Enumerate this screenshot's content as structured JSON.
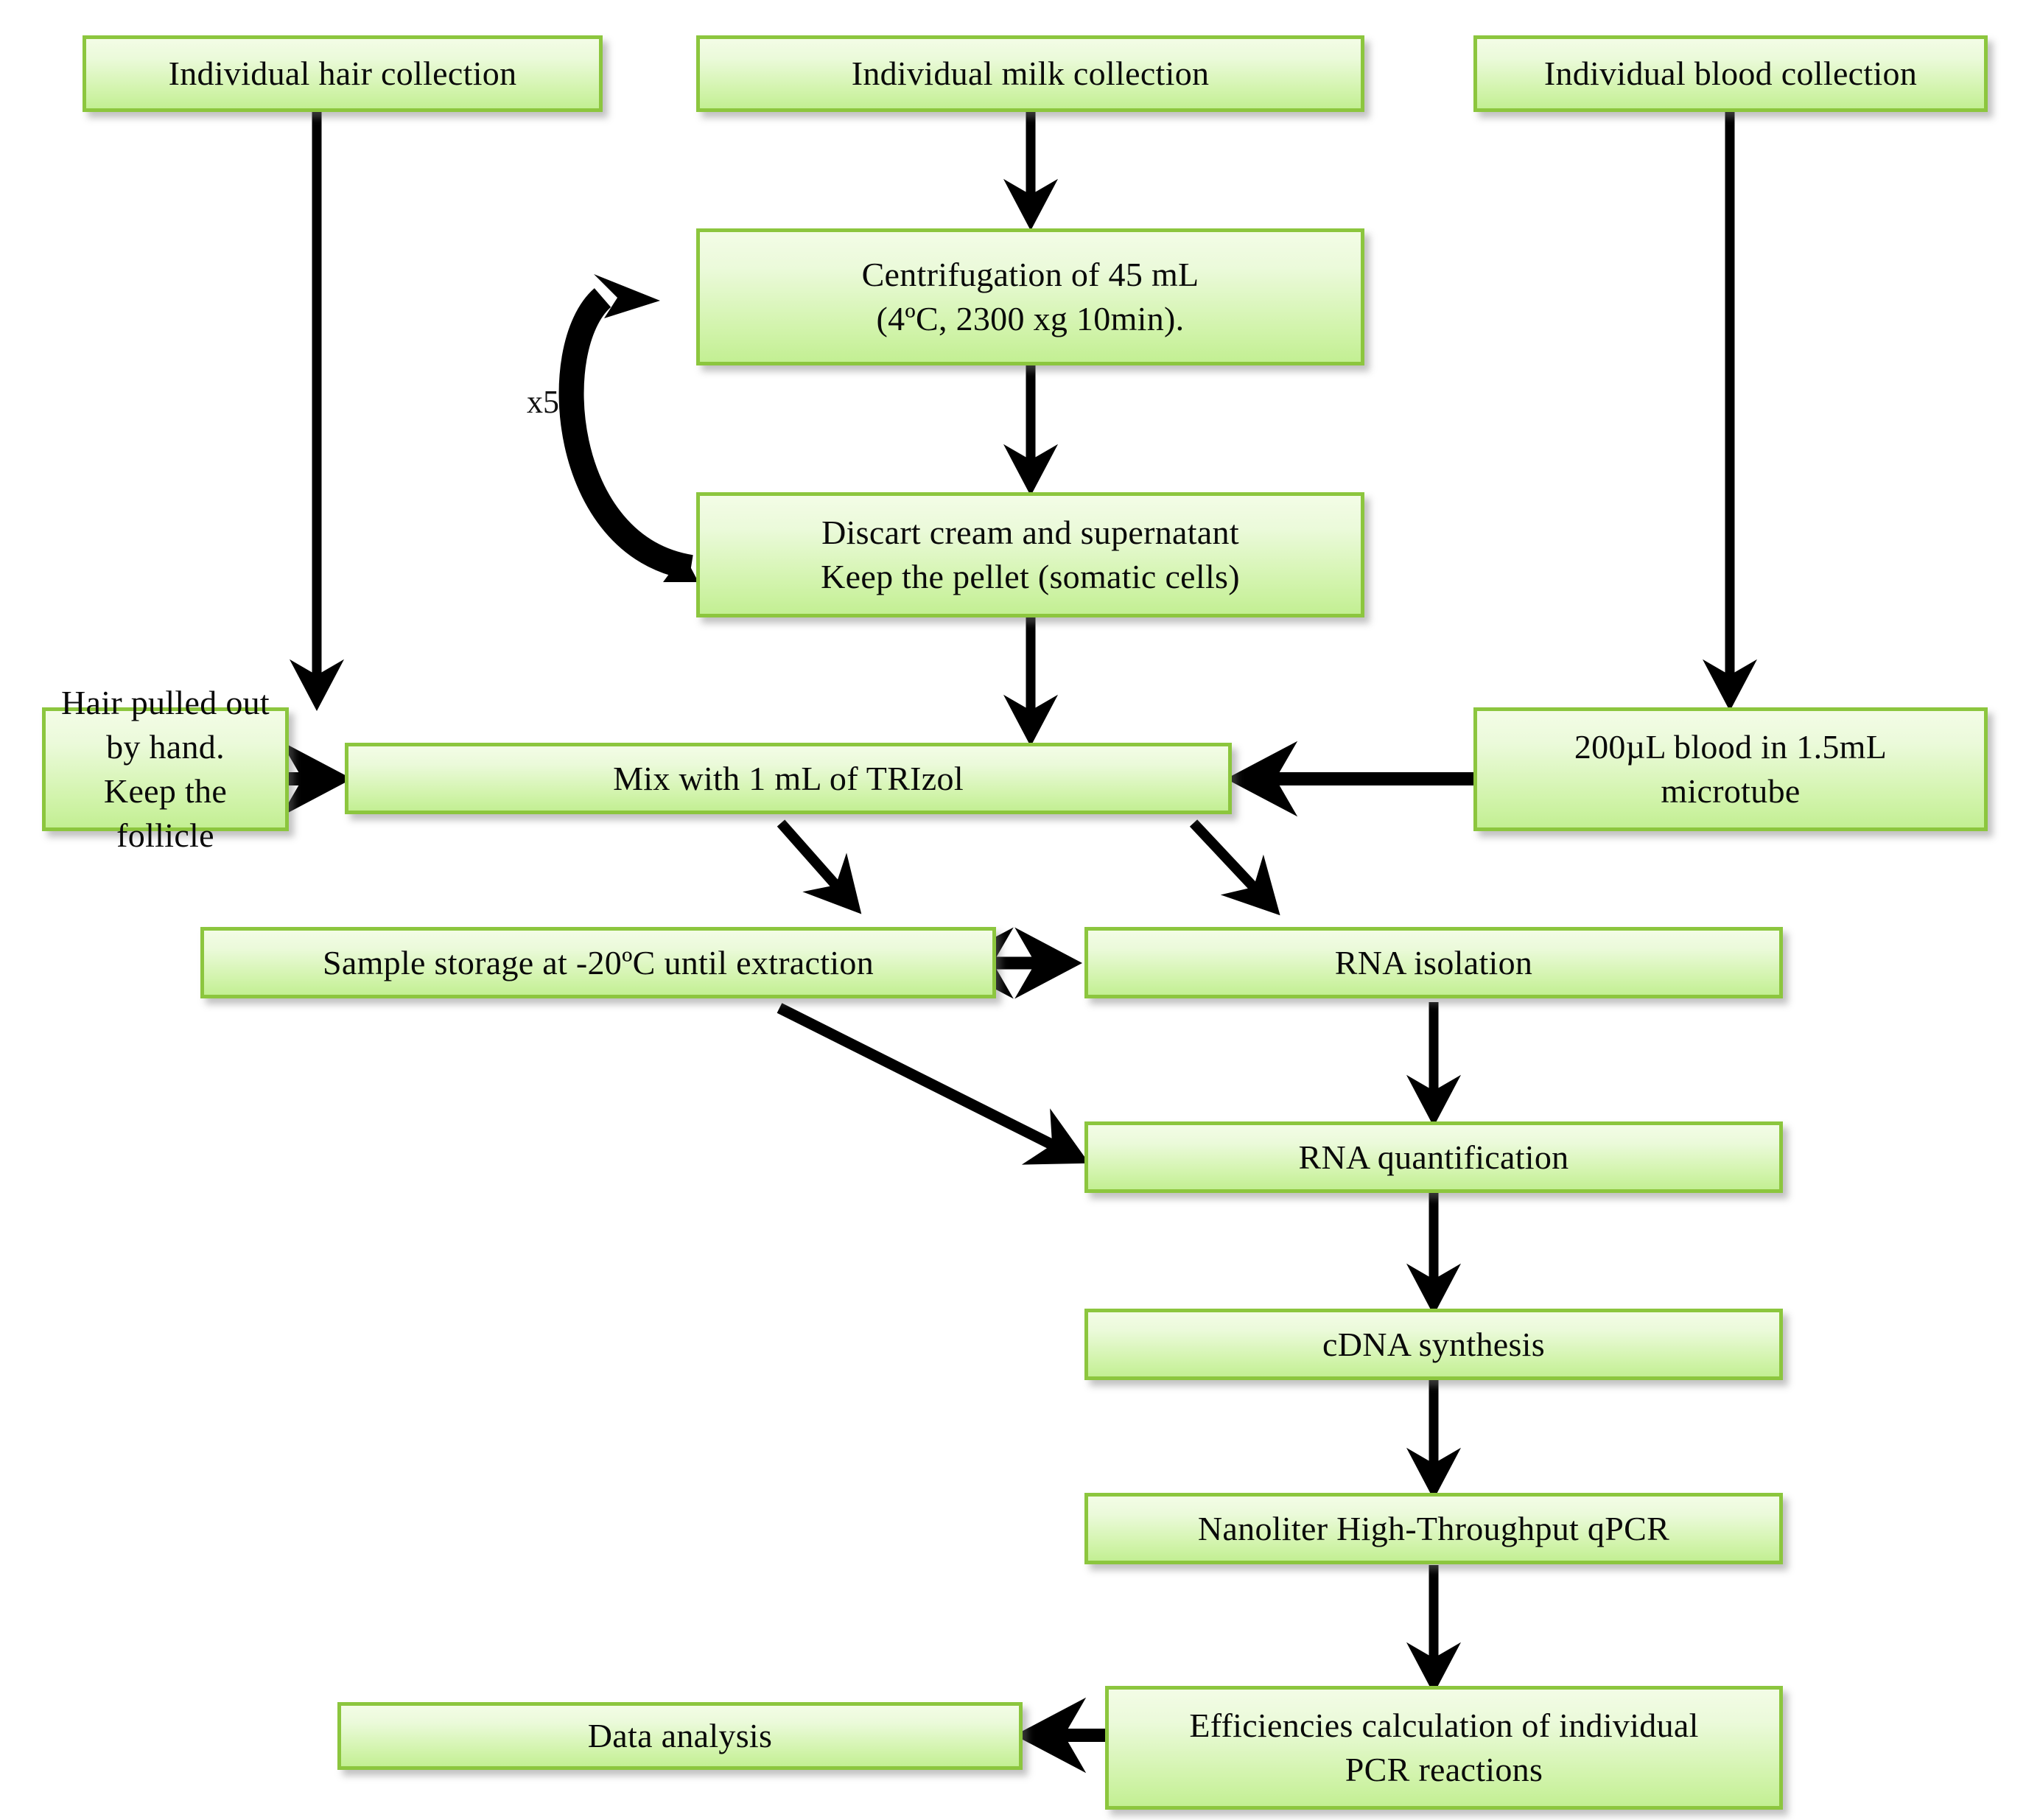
{
  "diagram": {
    "title": "Sample collection and RNA processing workflow",
    "background_color": "#FFFFFF",
    "box_fill_top": "#F3FCE6",
    "box_fill_bottom": "#C3EF93",
    "box_border_color": "#8CC63E",
    "arrow_color": "#000000",
    "text_color": "#0A0A0A"
  },
  "nodes": {
    "hair_collection": {
      "label": "Individual hair collection"
    },
    "milk_collection": {
      "label": "Individual milk collection"
    },
    "blood_collection": {
      "label": "Individual blood collection"
    },
    "centrifugation": {
      "line1": "Centrifugation of 45 mL",
      "line2": "(4ºC, 2300 xg 10min)."
    },
    "discard_cream": {
      "line1": "Discart cream and supernatant",
      "line2": "Keep the pellet (somatic cells)"
    },
    "hair_follicle": {
      "line1": "Hair pulled out by hand.",
      "line2": "Keep the follicle"
    },
    "mix_trizol": {
      "label": "Mix with 1 mL of TRIzol"
    },
    "blood_microtube": {
      "line1": "200µL blood in 1.5mL",
      "line2": "microtube"
    },
    "sample_storage": {
      "label": "Sample storage at -20ºC until extraction"
    },
    "rna_isolation": {
      "label": "RNA isolation"
    },
    "rna_quantification": {
      "label": "RNA quantification"
    },
    "cdna_synthesis": {
      "label": "cDNA synthesis"
    },
    "qpcr": {
      "label": "Nanoliter High-Throughput qPCR"
    },
    "efficiencies": {
      "line1": "Efficiencies calculation of individual",
      "line2": "PCR reactions"
    },
    "data_analysis": {
      "label": "Data analysis"
    }
  },
  "annotations": {
    "loop_repeat": "x5"
  },
  "edges": [
    {
      "from": "milk_collection",
      "to": "centrifugation",
      "style": "straight-down"
    },
    {
      "from": "centrifugation",
      "to": "discard_cream",
      "style": "straight-down"
    },
    {
      "from": "discard_cream",
      "to": "centrifugation",
      "style": "curved-loop-left",
      "label": "x5"
    },
    {
      "from": "discard_cream",
      "to": "mix_trizol",
      "style": "straight-down"
    },
    {
      "from": "hair_collection",
      "to": "hair_follicle",
      "style": "straight-down"
    },
    {
      "from": "hair_follicle",
      "to": "mix_trizol",
      "style": "straight-right"
    },
    {
      "from": "blood_collection",
      "to": "blood_microtube",
      "style": "straight-down"
    },
    {
      "from": "blood_microtube",
      "to": "mix_trizol",
      "style": "straight-left"
    },
    {
      "from": "mix_trizol",
      "to": "sample_storage",
      "style": "diagonal-down-left"
    },
    {
      "from": "mix_trizol",
      "to": "rna_isolation",
      "style": "diagonal-down-right"
    },
    {
      "from": "sample_storage",
      "to": "rna_isolation",
      "style": "bidirectional"
    },
    {
      "from": "sample_storage",
      "to": "rna_quantification",
      "style": "diagonal-down-right"
    },
    {
      "from": "rna_isolation",
      "to": "rna_quantification",
      "style": "straight-down"
    },
    {
      "from": "rna_quantification",
      "to": "cdna_synthesis",
      "style": "straight-down"
    },
    {
      "from": "cdna_synthesis",
      "to": "qpcr",
      "style": "straight-down"
    },
    {
      "from": "qpcr",
      "to": "efficiencies",
      "style": "straight-down"
    },
    {
      "from": "efficiencies",
      "to": "data_analysis",
      "style": "straight-left"
    }
  ]
}
